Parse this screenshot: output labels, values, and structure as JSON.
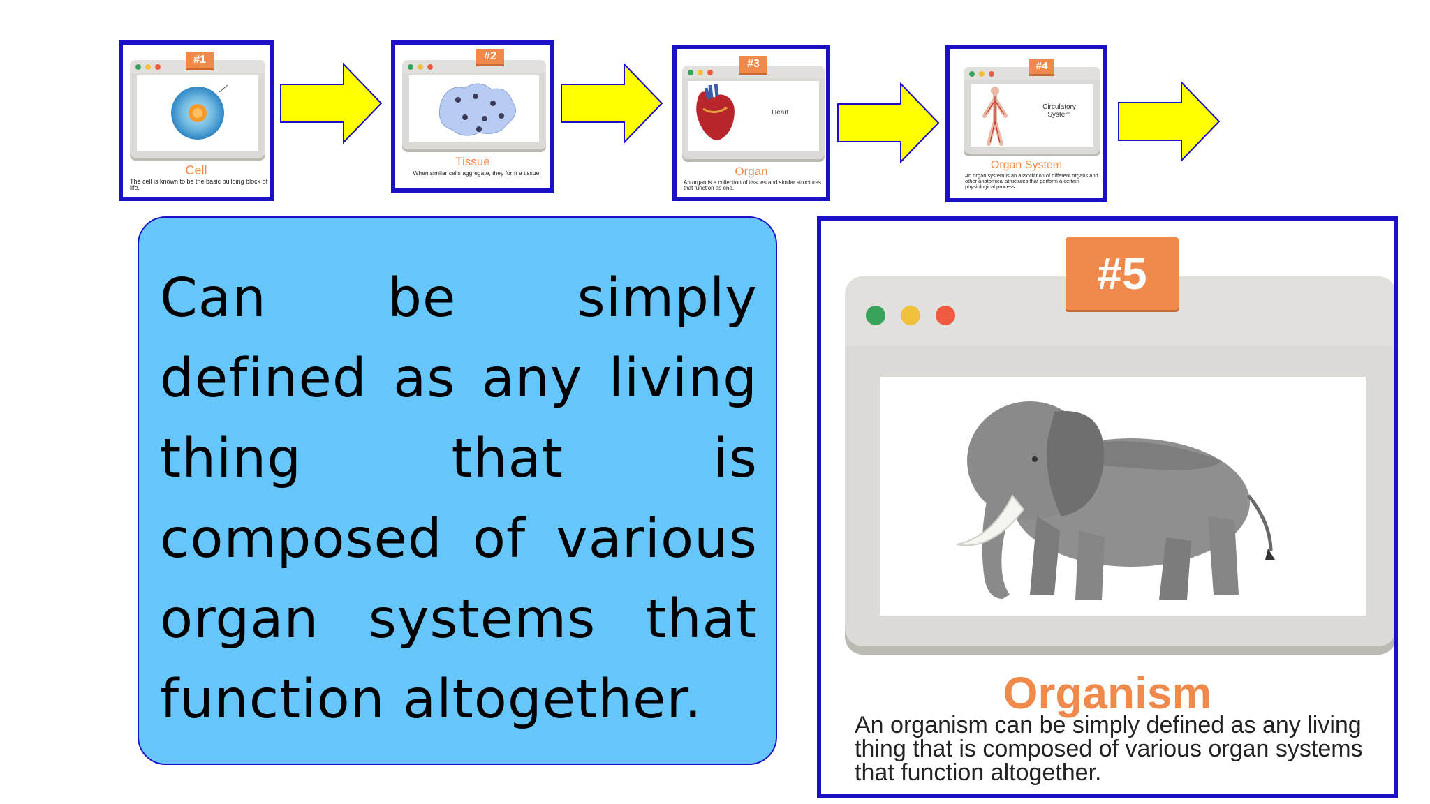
{
  "colors": {
    "frame": "#1a10c4",
    "arrow": "#ffff00",
    "box": "#66c6f9",
    "tag": "#ef8a4c",
    "title": "#ef8a4c"
  },
  "steps": [
    {
      "tag": "#1",
      "title": "Cell",
      "desc": "The cell is known to be the basic building block of life."
    },
    {
      "tag": "#2",
      "title": "Tissue",
      "desc": "When similar cells aggregate, they form a tissue."
    },
    {
      "tag": "#3",
      "title": "Organ",
      "image_label": "Heart",
      "desc": "An organ is a collection of tissues and similar structures that function as one."
    },
    {
      "tag": "#4",
      "title": "Organ System",
      "image_label": "Circulatory System",
      "desc": "An organ system is an association of different organs and other anatomical structures that perform a certain physiological process."
    }
  ],
  "main_text": "Can be simply defined as any living thing that is composed of various organ systems that function altogether.",
  "organism": {
    "tag": "#5",
    "title": "Organism",
    "desc": "An organism can be simply defined as any living thing that is composed of various organ systems that function altogether."
  }
}
